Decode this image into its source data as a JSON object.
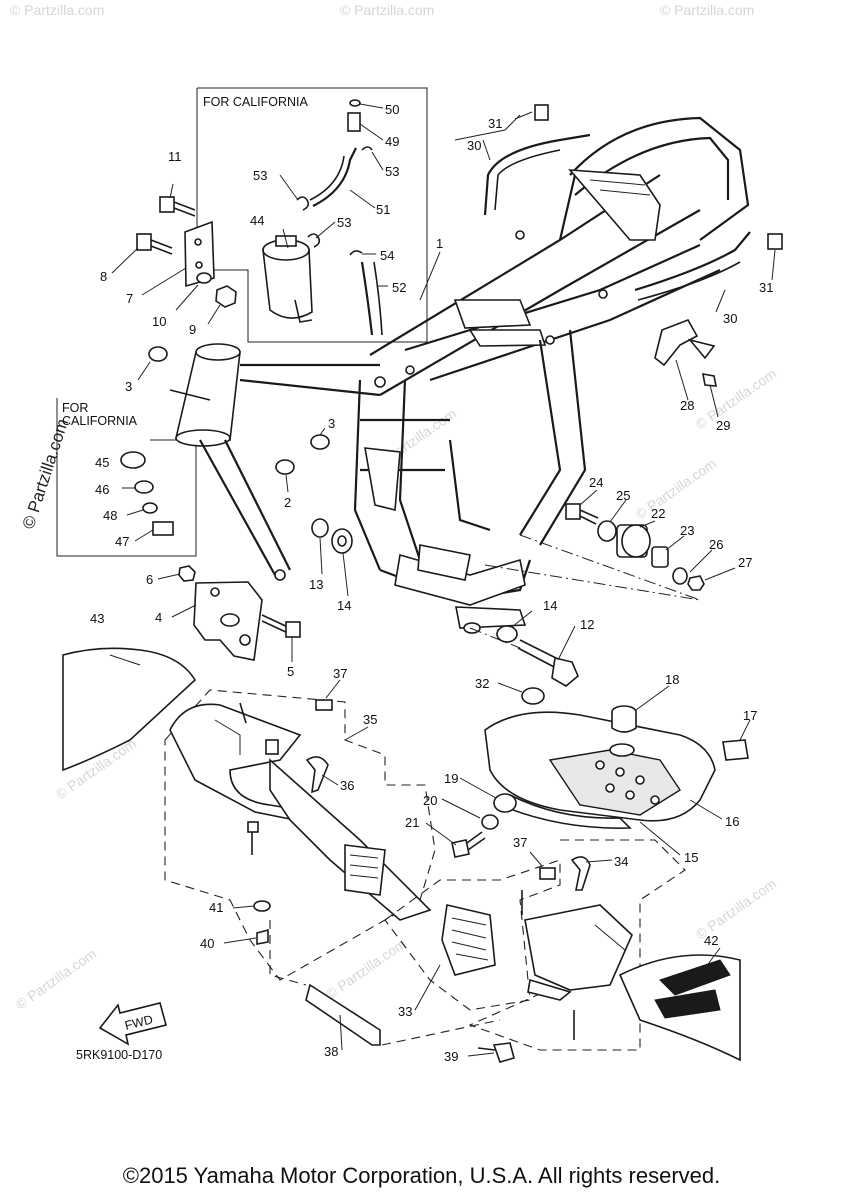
{
  "diagram": {
    "california_box_top": "FOR CALIFORNIA",
    "california_box_left_line1": "FOR",
    "california_box_left_line2": "CALIFORNIA",
    "fwd_label": "FWD",
    "drawing_code": "5RK9100-D170",
    "watermark_main": "© Partzilla.com",
    "watermark_faint": "© Partzilla.com",
    "callouts": {
      "c1": "1",
      "c2": "2",
      "c3a": "3",
      "c3b": "3",
      "c4": "4",
      "c5": "5",
      "c6": "6",
      "c7": "7",
      "c8": "8",
      "c9": "9",
      "c10": "10",
      "c11": "11",
      "c12": "12",
      "c13": "13",
      "c14a": "14",
      "c14b": "14",
      "c15": "15",
      "c16": "16",
      "c17": "17",
      "c18": "18",
      "c19": "19",
      "c20": "20",
      "c21": "21",
      "c22": "22",
      "c23": "23",
      "c24": "24",
      "c25": "25",
      "c26": "26",
      "c27": "27",
      "c28": "28",
      "c29": "29",
      "c30a": "30",
      "c30b": "30",
      "c31a": "31",
      "c31b": "31",
      "c32": "32",
      "c33": "33",
      "c34": "34",
      "c35": "35",
      "c36": "36",
      "c37a": "37",
      "c37b": "37",
      "c38": "38",
      "c39": "39",
      "c40": "40",
      "c41": "41",
      "c42": "42",
      "c43": "43",
      "c44": "44",
      "c45": "45",
      "c46": "46",
      "c47": "47",
      "c48": "48",
      "c49": "49",
      "c50": "50",
      "c51": "51",
      "c52": "52",
      "c53a": "53",
      "c53b": "53",
      "c53c": "53",
      "c54": "54"
    }
  },
  "footer": {
    "copyright": "©2015 Yamaha Motor Corporation, U.S.A. All rights reserved."
  }
}
